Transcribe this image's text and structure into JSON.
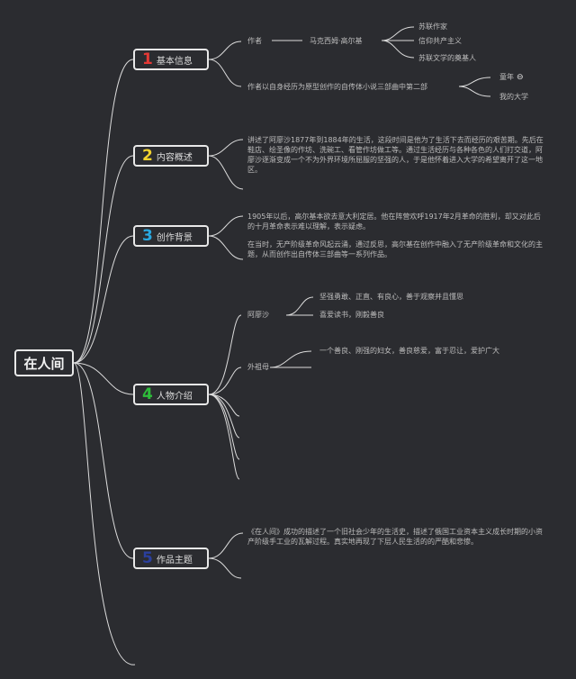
{
  "root": {
    "label": "在人间"
  },
  "categories": [
    {
      "num": "1",
      "num_color": "#e53935",
      "label": "基本信息",
      "author": {
        "label": "作者",
        "name": "马克西姆·高尔基",
        "traits": [
          "苏联作家",
          "信仰共产主义",
          "苏联文学的奠基人"
        ]
      },
      "work": {
        "text": "作者以自身经历为原型创作的自传体小说三部曲中第二部",
        "parts": [
          "童年",
          "我的大学"
        ],
        "chain_icon": "link-icon"
      }
    },
    {
      "num": "2",
      "num_color": "#f2d22e",
      "label": "内容概述",
      "text": "讲述了阿廖沙1877年到1884年的生活，这段时间是他为了生活下去而经历的艰苦期。先后在鞋店、绘圣像的作坊、洗碗工、看管作坊做工等。通过生活经历与各种各色的人们打交道，阿廖沙逐渐变成一个不为外界环境所屈服的坚强的人，于是他怀着进入大学的希望离开了这一地区。"
    },
    {
      "num": "3",
      "num_color": "#29a8e0",
      "label": "创作背景",
      "paragraphs": [
        "1905年以后，高尔基本欲去意大利定居。他在阵营欢呼1917年2月革命的胜利，却又对此后的十月革命表示难以理解，表示疑虑。",
        "在当时，无产阶级革命风起云涌，通过反思，高尔基在创作中融入了无产阶级革命和文化的主题，从而创作出自传体三部曲等一系列作品。"
      ]
    },
    {
      "num": "4",
      "num_color": "#2ebd3a",
      "label": "人物介绍",
      "characters": [
        {
          "name": "阿廖沙",
          "traits": [
            "坚强勇敢、正直、有良心，善于观察并且懂思",
            "喜爱读书，刚毅善良"
          ]
        },
        {
          "name": "外祖母",
          "traits": [
            "一个善良、刚强的妇女，善良慈爱，富于忍让，爱护广大"
          ]
        }
      ]
    },
    {
      "num": "5",
      "num_color": "#2a3f9e",
      "label": "作品主题",
      "text": "《在人间》成功的描述了一个旧社会少年的生活史，描述了俄国工业资本主义成长时期的小资产阶级手工业的瓦解过程。真实地再现了下层人民生活的的严酷和悲惨。"
    }
  ]
}
